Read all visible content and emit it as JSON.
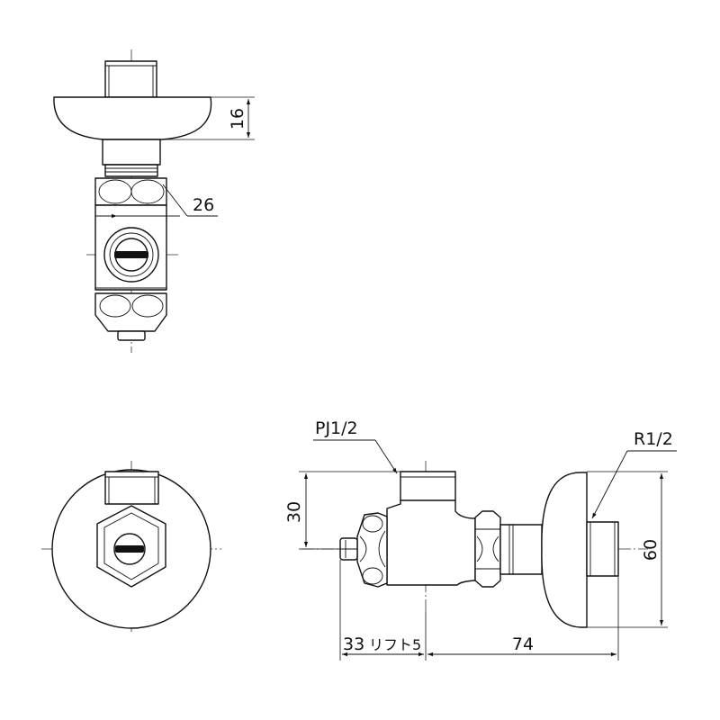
{
  "dimensions": {
    "top_view_height": "16",
    "top_view_hex": "26",
    "outlet_thread": "PJ1/2",
    "inlet_thread": "R1/2",
    "outlet_height": "30",
    "wall_height": "60",
    "handle_offset": "33",
    "lift_label": "リフト5",
    "overall_length": "74"
  }
}
